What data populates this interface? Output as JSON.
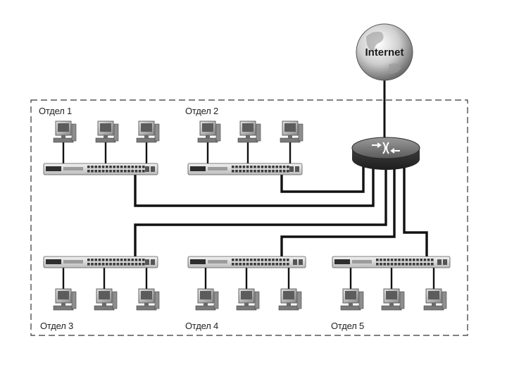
{
  "internet": {
    "label": "Internet",
    "icon": "globe-icon"
  },
  "router": {
    "icon": "router-icon"
  },
  "departments": [
    {
      "label": "Отдел 1"
    },
    {
      "label": "Отдел 2"
    },
    {
      "label": "Отдел 3"
    },
    {
      "label": "Отдел 4"
    },
    {
      "label": "Отдел 5"
    }
  ],
  "colors": {
    "line": "#111111",
    "boundary": "#333333",
    "device": "#bdbdbd"
  }
}
